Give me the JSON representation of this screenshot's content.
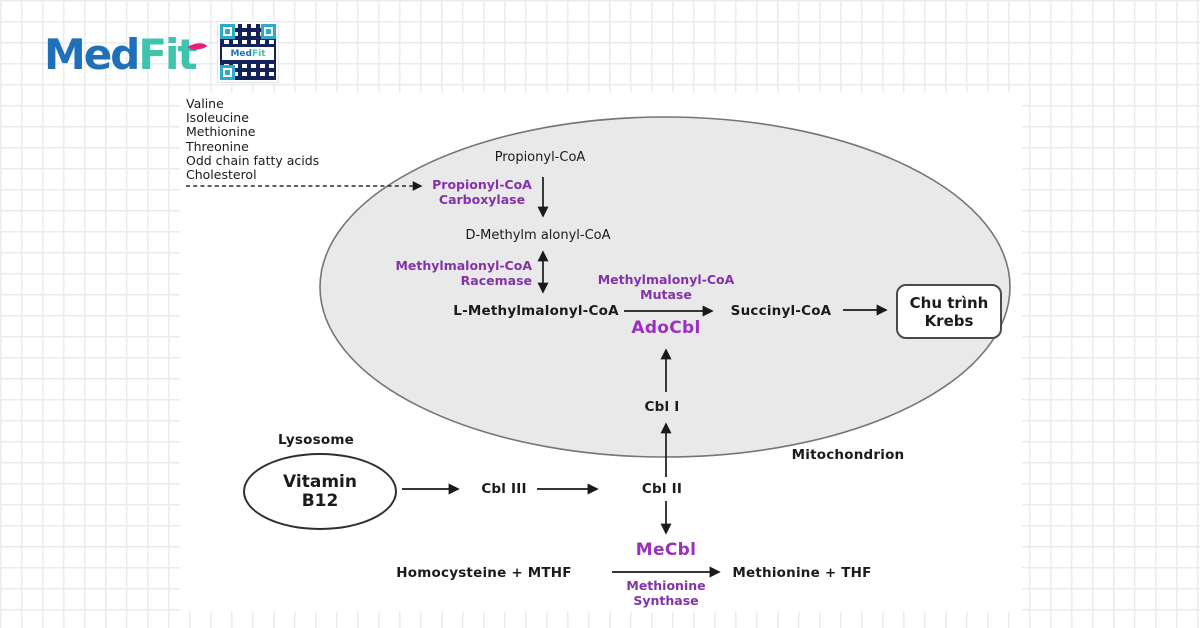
{
  "logo": {
    "brand_med": "Med",
    "brand_fit": "Fit",
    "qr_med": "Med",
    "qr_fit": "Fit"
  },
  "colors": {
    "enzyme_purple": "#8333a8",
    "cofactor_purple": "#9a2fc0",
    "brand_blue": "#1f70b8",
    "brand_teal": "#3ec4ad",
    "brand_pink": "#e5217c",
    "mitochondrion_fill": "#e9e9e9"
  },
  "inputs": [
    "Valine",
    "Isoleucine",
    "Methionine",
    "Threonine",
    "Odd chain fatty acids",
    "Cholesterol"
  ],
  "mito": {
    "label": "Mitochondrion",
    "propionyl": "Propionyl-CoA",
    "pcc_l1": "Propionyl-CoA",
    "pcc_l2": "Carboxylase",
    "d_mm": "D-Methylm alonyl-CoA",
    "racemase_l1": "Methylmalonyl-CoA",
    "racemase_l2": "Racemase",
    "l_mm": "L-Methylmalonyl-CoA",
    "mutase_l1": "Methylmalonyl-CoA",
    "mutase_l2": "Mutase",
    "adocbl": "AdoCbl",
    "succinyl": "Succinyl-CoA",
    "krebs_l1": "Chu trình",
    "krebs_l2": "Krebs",
    "cbl1": "Cbl I"
  },
  "cytosol": {
    "lysosome": "Lysosome",
    "b12_l1": "Vitamin",
    "b12_l2": "B12",
    "cbl3": "Cbl III",
    "cbl2": "Cbl II",
    "mecbl": "MeCbl",
    "synthase_l1": "Methionine",
    "synthase_l2": "Synthase",
    "homocysteine": "Homocysteine + MTHF",
    "methionine": "Methionine + THF"
  }
}
